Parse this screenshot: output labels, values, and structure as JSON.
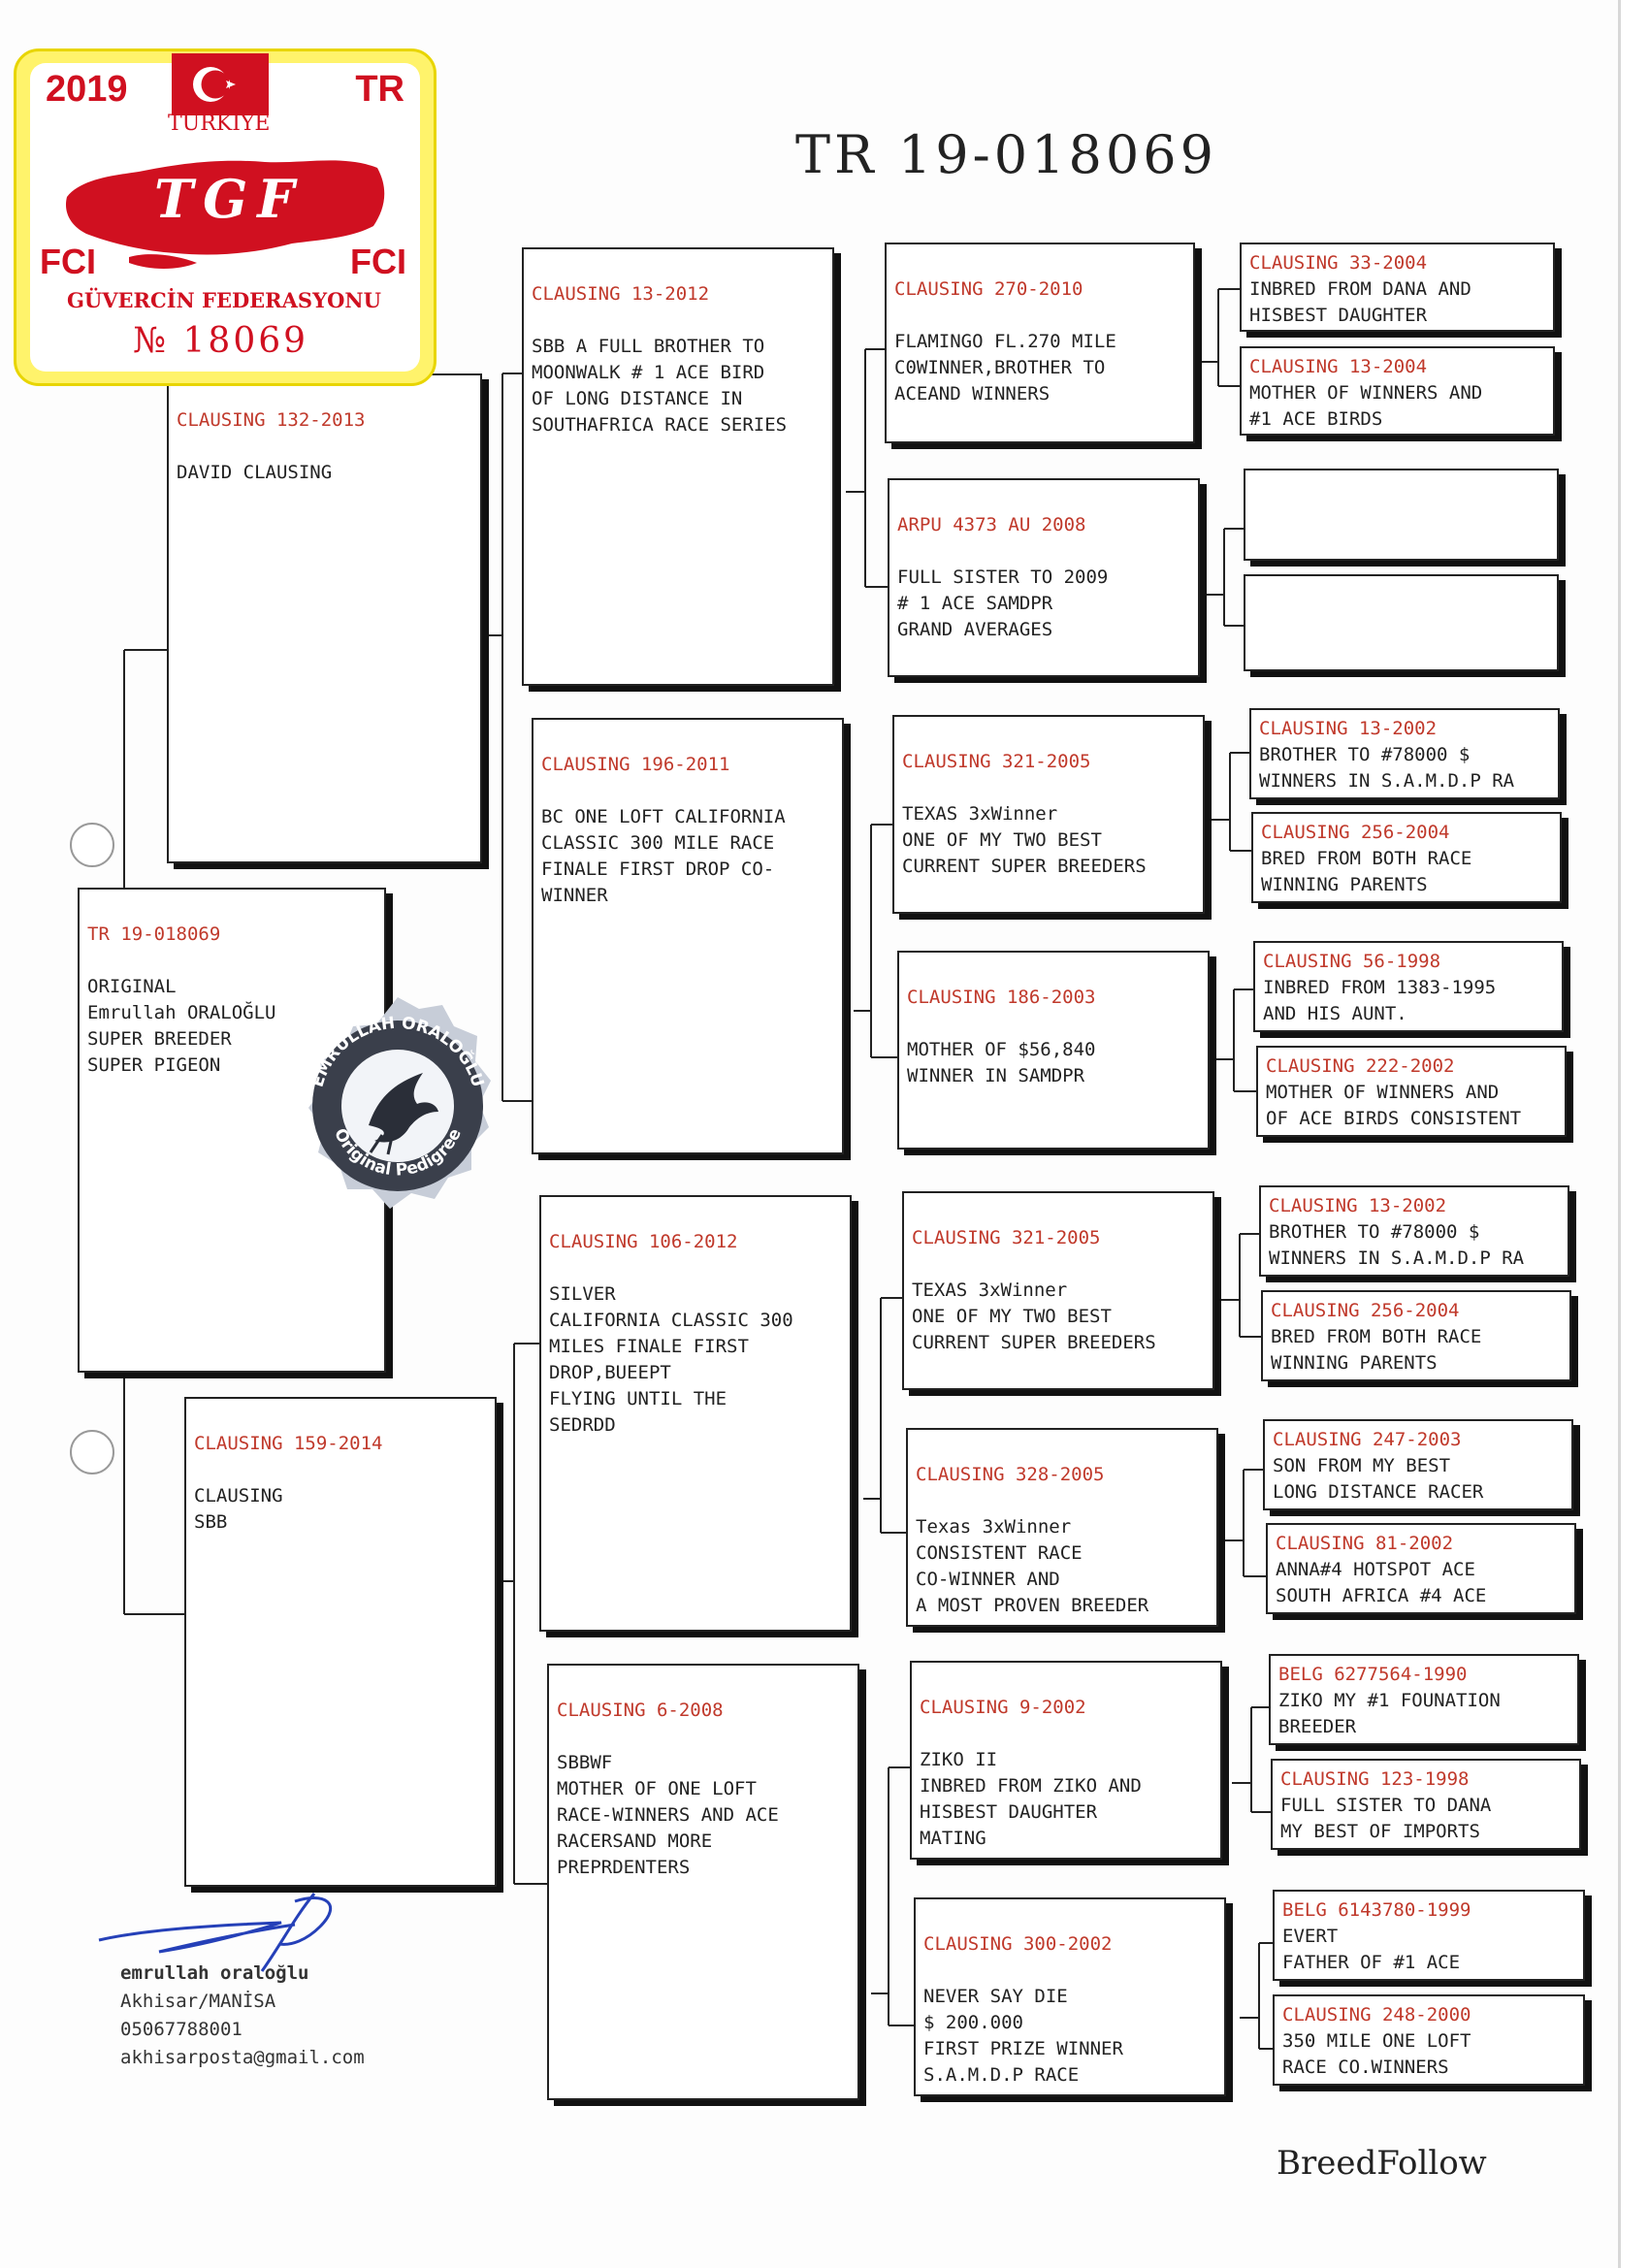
{
  "certificate_number": "TR 19-018069",
  "stamp": {
    "year": "2019",
    "country_code": "TR",
    "country": "TÜRKİYE",
    "logo_text": "TGF",
    "fci_left": "FCI",
    "fci_right": "FCI",
    "federation": "GÜVERCİN FEDERASYONU",
    "number": "№ 18069",
    "flag_color": "#d01020",
    "frame_color": "#fff36b"
  },
  "seal": {
    "top_text": "EMRULLAH ORALOĞLU",
    "bottom_text": "Original Pedigree",
    "icon": "pigeon-icon",
    "color": "#3a3f4b"
  },
  "pedigree": {
    "subject": {
      "ring": "TR 19-018069",
      "text": "ORIGINAL\nEmrullah ORALOĞLU\nSUPER BREEDER\nSUPER PIGEON"
    },
    "sire": {
      "ring": "CLAUSING 132-2013",
      "text": "DAVID CLAUSING"
    },
    "dam": {
      "ring": "CLAUSING 159-2014",
      "text": "CLAUSING\nSBB"
    },
    "gen3": [
      {
        "ring": "CLAUSING 13-2012",
        "text": "SBB A FULL BROTHER TO\nMOONWALK # 1 ACE BIRD\nOF LONG DISTANCE IN\nSOUTHAFRICA RACE SERIES"
      },
      {
        "ring": "CLAUSING 196-2011",
        "text": "BC ONE LOFT CALIFORNIA\n CLASSIC 300 MILE RACE\n FINALE FIRST DROP CO-\nWINNER"
      },
      {
        "ring": "CLAUSING 106-2012",
        "text": "SILVER\nCALIFORNIA CLASSIC 300\n MILES FINALE FIRST\nDROP,BUEEPT\nFLYING UNTIL THE\nSEDRDD"
      },
      {
        "ring": "CLAUSING 6-2008",
        "text": "SBBWF\nMOTHER OF ONE LOFT\nRACE-WINNERS AND ACE\nRACERSAND MORE\nPREPRDENTERS"
      }
    ],
    "gen4": [
      {
        "ring": "CLAUSING 270-2010",
        "text": "FLAMINGO FL.270 MILE\nC0WINNER,BROTHER TO\nACEAND WINNERS"
      },
      {
        "ring": "ARPU 4373 AU 2008",
        "text": "FULL SISTER TO 2009\n# 1 ACE SAMDPR\nGRAND AVERAGES"
      },
      {
        "ring": "CLAUSING 321-2005",
        "text": "TEXAS 3xWinner\nONE OF MY TWO BEST\nCURRENT SUPER BREEDERS"
      },
      {
        "ring": "CLAUSING 186-2003",
        "text": "MOTHER OF $56,840\nWINNER IN SAMDPR"
      },
      {
        "ring": "CLAUSING 321-2005",
        "text": "TEXAS 3xWinner\nONE OF MY TWO BEST\nCURRENT SUPER BREEDERS"
      },
      {
        "ring": "CLAUSING 328-2005",
        "text": "Texas 3xWinner\nCONSISTENT RACE\nCO-WINNER AND\nA MOST PROVEN BREEDER"
      },
      {
        "ring": "CLAUSING 9-2002",
        "text": "ZIKO II\nINBRED FROM ZIKO AND\nHISBEST DAUGHTER\nMATING"
      },
      {
        "ring": "CLAUSING 300-2002",
        "text": "NEVER SAY DIE\n$ 200.000\nFIRST PRIZE WINNER\nS.A.M.D.P RACE"
      }
    ],
    "gen5": [
      {
        "ring": "CLAUSING 33-2004",
        "text": "INBRED FROM DANA AND\nHISBEST DAUGHTER"
      },
      {
        "ring": "CLAUSING 13-2004",
        "text": "MOTHER OF WINNERS AND\n#1 ACE BIRDS"
      },
      {
        "ring": "",
        "text": ""
      },
      {
        "ring": "",
        "text": ""
      },
      {
        "ring": "CLAUSING 13-2002",
        "text": "BROTHER TO #78000 $\nWINNERS IN S.A.M.D.P RA"
      },
      {
        "ring": "CLAUSING 256-2004",
        "text": "BRED FROM BOTH RACE\nWINNING PARENTS"
      },
      {
        "ring": "CLAUSING 56-1998",
        "text": "INBRED FROM 1383-1995\nAND HIS AUNT."
      },
      {
        "ring": "CLAUSING 222-2002",
        "text": "MOTHER OF WINNERS AND\nOF ACE BIRDS CONSISTENT"
      },
      {
        "ring": "CLAUSING 13-2002",
        "text": "BROTHER TO #78000 $\nWINNERS IN S.A.M.D.P RA"
      },
      {
        "ring": "CLAUSING 256-2004",
        "text": "BRED FROM BOTH RACE\nWINNING PARENTS"
      },
      {
        "ring": "CLAUSING 247-2003",
        "text": "SON FROM MY BEST\nLONG DISTANCE RACER"
      },
      {
        "ring": "CLAUSING 81-2002",
        "text": "ANNA#4 HOTSPOT ACE\nSOUTH AFRICA #4 ACE"
      },
      {
        "ring": "BELG 6277564-1990",
        "text": "ZIKO MY #1 FOUNATION\nBREEDER"
      },
      {
        "ring": "CLAUSING 123-1998",
        "text": "FULL SISTER TO DANA\nMY BEST OF IMPORTS"
      },
      {
        "ring": "BELG 6143780-1999",
        "text": "EVERT\nFATHER OF #1 ACE"
      },
      {
        "ring": "CLAUSING 248-2000",
        "text": "350 MILE ONE LOFT\nRACE CO.WINNERS"
      }
    ]
  },
  "owner": {
    "name": "emrullah oraloğlu",
    "location": "Akhisar/MANİSA",
    "phone": "05067788001",
    "email": "akhisarposta@gmail.com"
  },
  "brand": "BreedFollow",
  "ring_color": "#c0392b"
}
